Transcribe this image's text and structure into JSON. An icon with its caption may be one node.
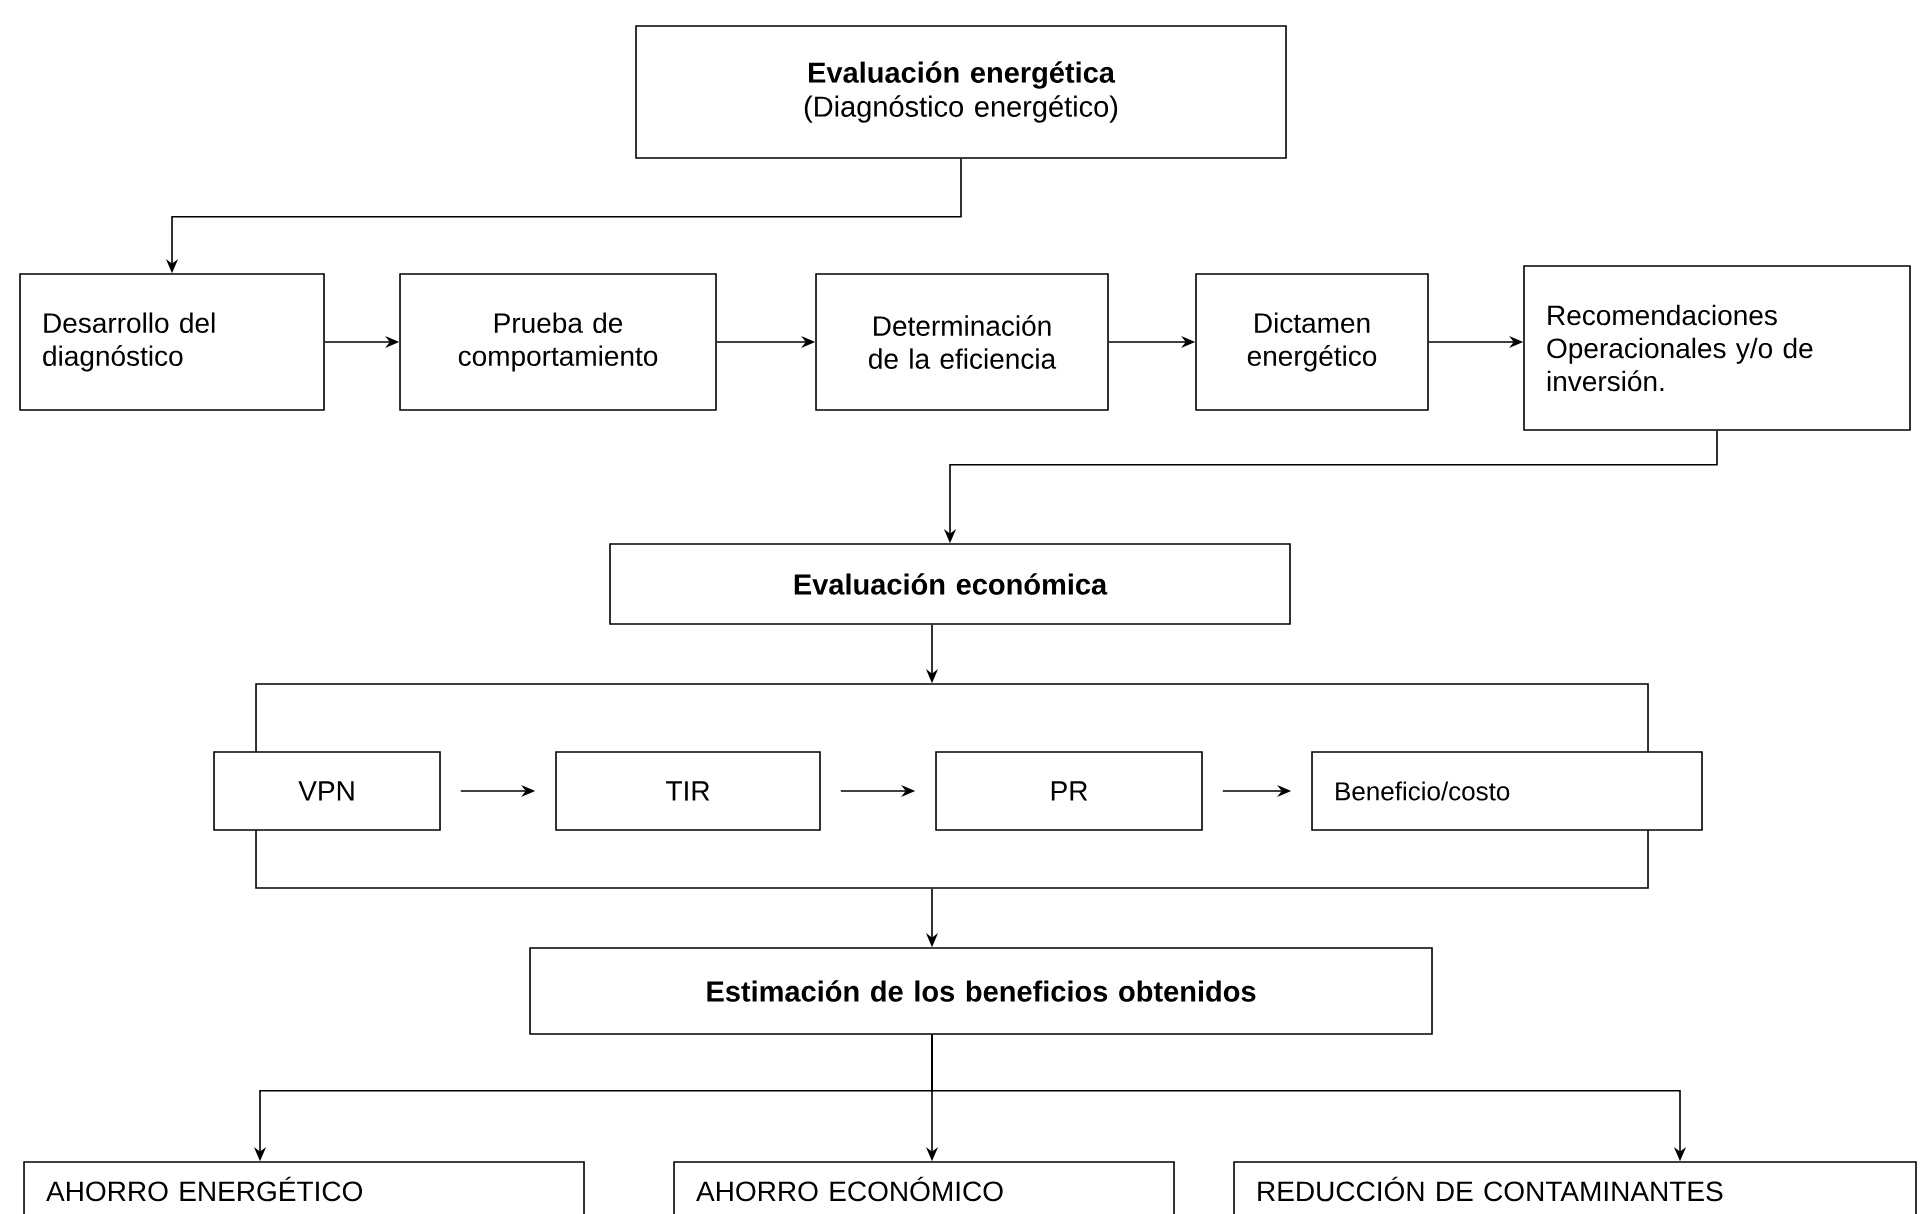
{
  "diagram": {
    "nodes": [
      {
        "text": [
          "Evaluación energética",
          "(Diagnóstico energético)"
        ]
      },
      {
        "text": [
          "Desarrollo del diagnóstico"
        ]
      },
      {
        "text": [
          "Prueba de comportamiento"
        ]
      },
      {
        "text": [
          "Determinación de la eficiencia"
        ]
      },
      {
        "text": [
          "Dictamen energético"
        ]
      },
      {
        "text": [
          "Recomendaciones Operacionales y/o de inversión."
        ]
      },
      {
        "text": [
          "Evaluación económica"
        ]
      },
      {
        "text": [],
        "shape": "box"
      },
      {
        "text": [
          "VPN"
        ]
      },
      {
        "text": [
          "TIR"
        ],
        "in": 7
      },
      {
        "text": [
          "PR"
        ],
        "in": 7
      },
      {
        "text": [
          "Beneficio/costo"
        ]
      },
      {
        "text": [
          "Estimación de los beneficios obtenidos"
        ]
      },
      {
        "text": [
          "AHORRO ENERGÉTICO"
        ]
      },
      {
        "text": [
          "AHORRO ECONÓMICO"
        ]
      },
      {
        "text": [
          "REDUCCIÓN DE CONTAMINANTES"
        ]
      }
    ],
    "edges": [
      {
        "from": 0,
        "to": 1,
        "arrow": "to"
      },
      {
        "from": 1,
        "to": 2,
        "arrow": "to"
      },
      {
        "from": 2,
        "to": 3,
        "arrow": "to"
      },
      {
        "from": 3,
        "to": 4,
        "arrow": "to"
      },
      {
        "from": 4,
        "to": 5,
        "arrow": "to"
      },
      {
        "from": 5,
        "to": 6,
        "arrow": "to"
      },
      {
        "from": 6,
        "to": 7,
        "arrow": "to"
      },
      {
        "from": 8,
        "to": 9,
        "arrow": "to"
      },
      {
        "from": 9,
        "to": 10,
        "arrow": "to"
      },
      {
        "from": 10,
        "to": 11,
        "arrow": "to"
      },
      {
        "from": 7,
        "to": 12,
        "arrow": "to"
      },
      {
        "from": 12,
        "to": 13,
        "arrow": "to"
      },
      {
        "from": 12,
        "to": 14,
        "arrow": "to"
      },
      {
        "from": 12,
        "to": 15,
        "arrow": "to"
      }
    ]
  }
}
